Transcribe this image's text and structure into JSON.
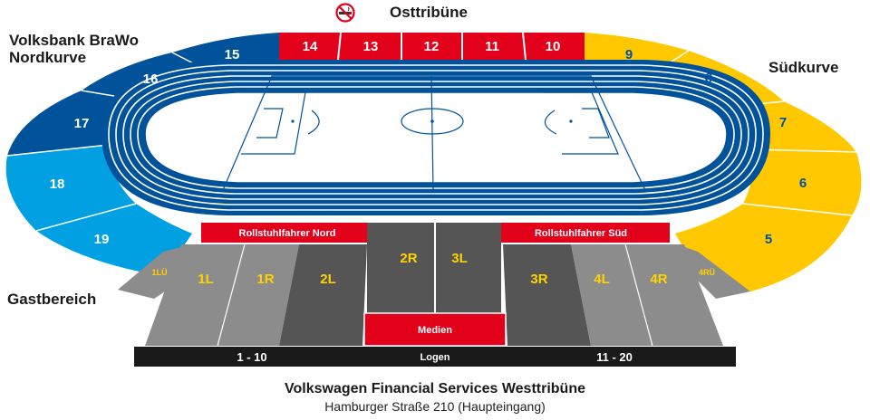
{
  "titles": {
    "east": "Osttribüne",
    "north_line1": "Volksbank BraWo",
    "north_line2": "Nordkurve",
    "south": "Südkurve",
    "guest": "Gastbereich",
    "west": "Volkswagen Financial Services  Westtribüne",
    "address": "Hamburger Straße 210 (Haupteingang)"
  },
  "blocks": {
    "b14": "14",
    "b13": "13",
    "b12": "12",
    "b11": "11",
    "b10": "10",
    "b15": "15",
    "b16": "16",
    "b17": "17",
    "b18": "18",
    "b19": "19",
    "b9": "9",
    "b8": "8",
    "b7": "7",
    "b6": "6",
    "b5": "5",
    "b1L": "1L",
    "b1R": "1R",
    "b2L": "2L",
    "b2R": "2R",
    "b3L": "3L",
    "b3R": "3R",
    "b4L": "4L",
    "b4R": "4R",
    "b1LU": "1LÜ",
    "b4RU": "4RÜ"
  },
  "areas": {
    "wheelchair_north": "Rollstuhlfahrer Nord",
    "wheelchair_south": "Rollstuhlfahrer Süd",
    "media": "Medien",
    "boxes": "Logen",
    "boxes_left": "1 - 10",
    "boxes_right": "11 - 20"
  },
  "icons": {
    "no_smoking": "no-smoking-icon"
  },
  "colors": {
    "east_red": "#e2001a",
    "north_dark_blue": "#00529b",
    "north_light_blue": "#00a0e3",
    "south_yellow": "#ffc800",
    "grey_light": "#8c8c8c",
    "grey_dark": "#555555",
    "block_text_yellow": "#ffd200",
    "loge_black": "#1a1a1a"
  }
}
